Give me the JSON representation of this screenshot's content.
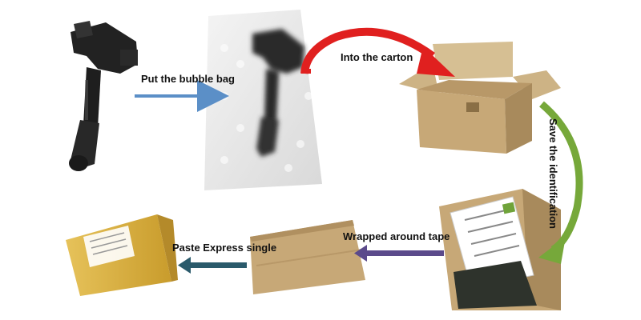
{
  "steps": {
    "bubble_bag": "Put the bubble bag",
    "into_carton": "Into the carton",
    "save_identification": "Save the identification",
    "wrapped_tape": "Wrapped around tape",
    "paste_express": "Paste Express single"
  },
  "colors": {
    "arrow_blue": "#5b8fc7",
    "arrow_red": "#e0201f",
    "arrow_green": "#76a83a",
    "arrow_purple": "#5b4a8b",
    "arrow_teal": "#2a5a6b",
    "cardboard": "#c7a877",
    "cardboard_dark": "#a88a5c",
    "tape": "#d9b44a"
  }
}
